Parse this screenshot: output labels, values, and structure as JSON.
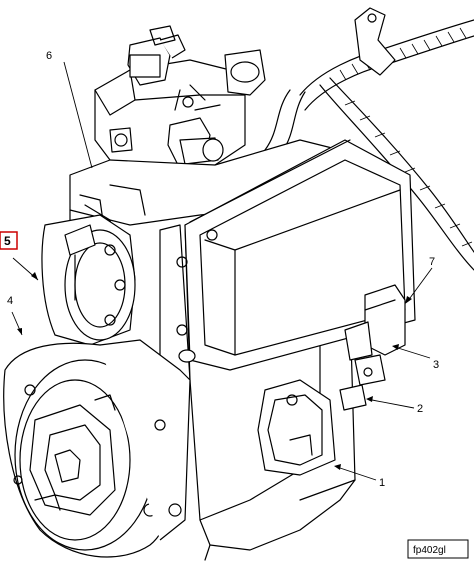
{
  "callouts": [
    {
      "id": "1",
      "label": "1"
    },
    {
      "id": "2",
      "label": "2"
    },
    {
      "id": "3",
      "label": "3"
    },
    {
      "id": "4",
      "label": "4"
    },
    {
      "id": "5",
      "label": "5",
      "highlight_color": "#cc0000"
    },
    {
      "id": "6",
      "label": "6"
    },
    {
      "id": "7",
      "label": "7"
    }
  ],
  "figure_id": "fp402gl",
  "colors": {
    "line": "#000000",
    "background": "#ffffff",
    "highlight": "#cc0000"
  }
}
